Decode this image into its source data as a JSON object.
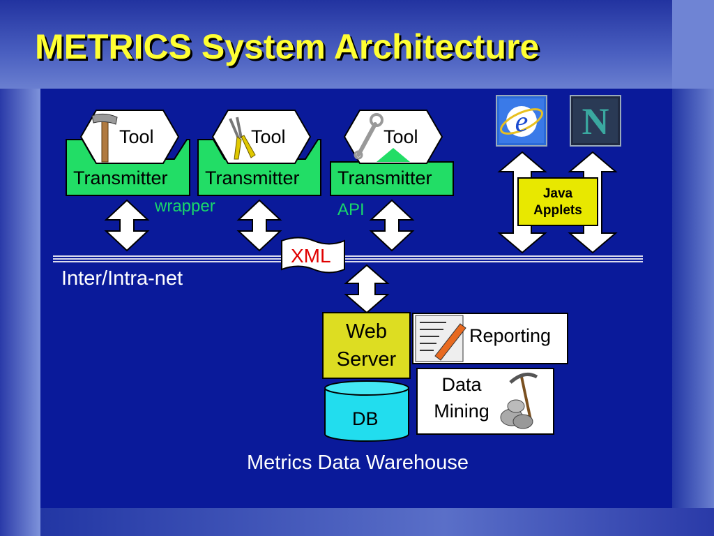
{
  "title": "METRICS System Architecture",
  "tools": [
    {
      "tool_label": "Tool",
      "transmitter_label": "Transmitter",
      "icon": "hammer-icon"
    },
    {
      "tool_label": "Tool",
      "transmitter_label": "Transmitter",
      "icon": "pliers-icon"
    },
    {
      "tool_label": "Tool",
      "transmitter_label": "Transmitter",
      "icon": "wrench-icon"
    }
  ],
  "notes": {
    "wrapper": "wrapper",
    "api": "API"
  },
  "browsers": [
    {
      "icon": "internet-explorer-icon",
      "glyph": "e"
    },
    {
      "icon": "netscape-icon",
      "glyph": "N"
    }
  ],
  "java_applets": {
    "line1": "Java",
    "line2": "Applets"
  },
  "network": {
    "label": "Inter/Intra-net"
  },
  "xml": {
    "label": "XML"
  },
  "web_server": {
    "line1": "Web",
    "line2": "Server"
  },
  "reporting": {
    "label": "Reporting",
    "icon": "document-pen-icon"
  },
  "data_mining": {
    "line1": "Data",
    "line2": "Mining",
    "icon": "pickaxe-rocks-icon"
  },
  "db": {
    "label": "DB"
  },
  "warehouse": {
    "label": "Metrics Data Warehouse"
  },
  "colors": {
    "background": "#0a1a9a",
    "title": "#ffff33",
    "transmitter": "#22dd66",
    "java_box": "#e8e800",
    "web_server": "#dddd22",
    "db": "#22ddee",
    "xml_text": "#e00000",
    "note_text": "#19d86a"
  }
}
